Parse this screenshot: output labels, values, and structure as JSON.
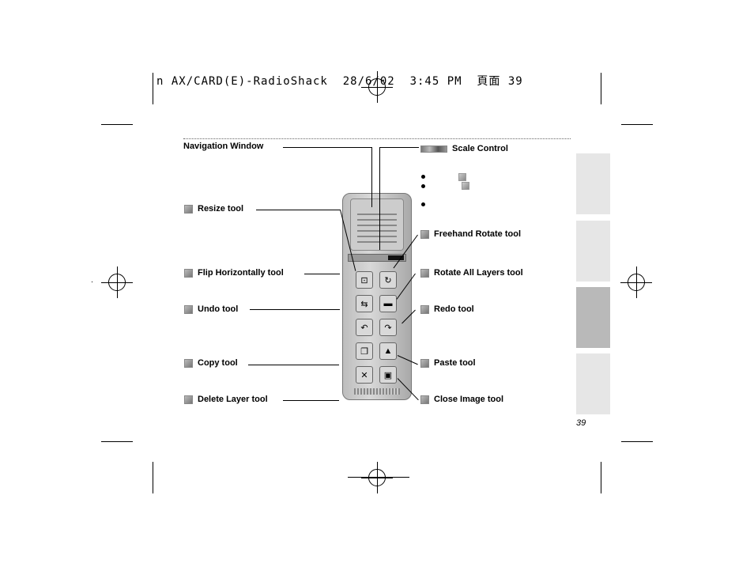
{
  "header": {
    "text": "n AX/CARD(E)-RadioShack  28/6/02  3:45 PM  頁面 39"
  },
  "callouts": {
    "navigation_window": "Navigation Window",
    "scale_control": "Scale Control",
    "resize": "Resize tool",
    "freehand_rotate": "Freehand Rotate tool",
    "flip_horizontally": "Flip Horizontally tool",
    "rotate_all_layers": "Rotate All Layers tool",
    "undo": "Undo tool",
    "redo": "Redo tool",
    "copy": "Copy tool",
    "paste": "Paste tool",
    "delete_layer": "Delete Layer tool",
    "close_image": "Close Image tool"
  },
  "page_number": "39"
}
